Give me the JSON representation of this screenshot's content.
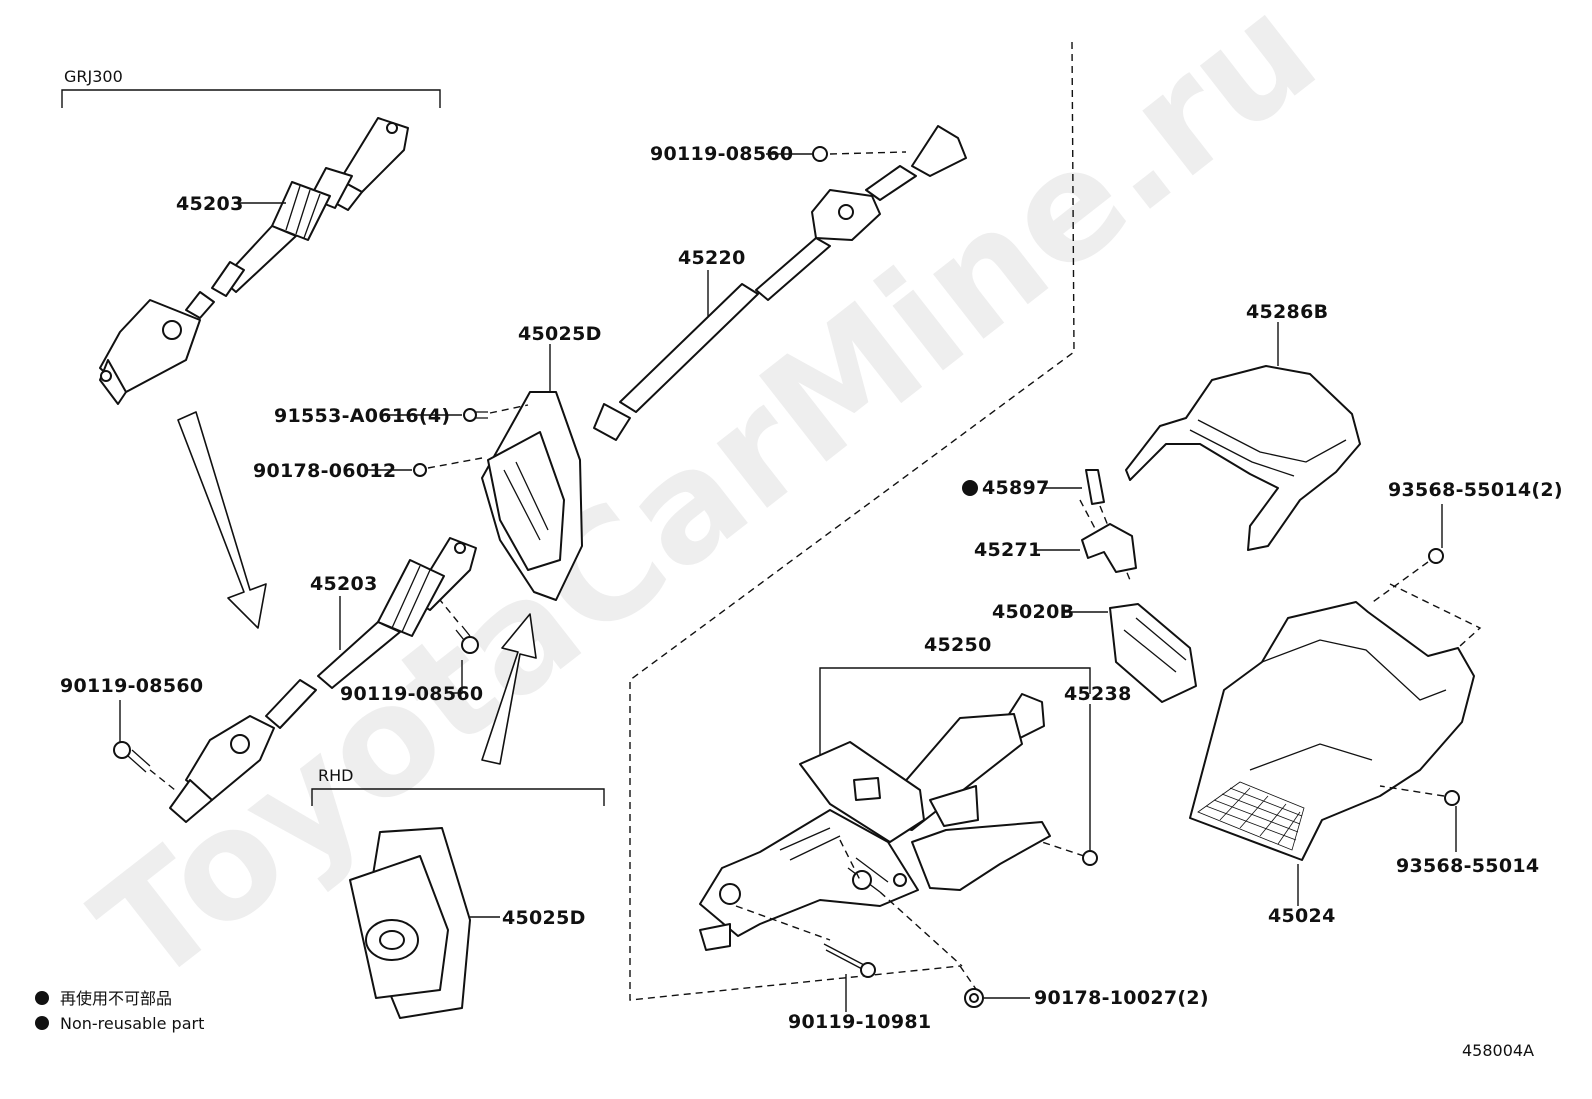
{
  "watermark": "ToyotaCarMine.ru",
  "groups": {
    "grj300": "GRJ300",
    "rhd": "RHD"
  },
  "parts": {
    "p45203_top": "45203",
    "p45203_bottom": "45203",
    "p90119_08560_top": "90119-08560",
    "p45220": "45220",
    "p45025D_top": "45025D",
    "p91553": "91553-A0616(4)",
    "p90178_06012": "90178-06012",
    "p90119_08560_left": "90119-08560",
    "p90119_08560_mid": "90119-08560",
    "p45025D_bottom": "45025D",
    "p45286B": "45286B",
    "p45897": "45897",
    "p45271": "45271",
    "p45020B": "45020B",
    "p93568_2": "93568-55014(2)",
    "p45250": "45250",
    "p45238": "45238",
    "p93568": "93568-55014",
    "p45024": "45024",
    "p90119_10981": "90119-10981",
    "p90178_10027": "90178-10027(2)"
  },
  "legend": {
    "jp": "再使用不可部品",
    "en": "Non-reusable part"
  },
  "figure_id": "458004A"
}
